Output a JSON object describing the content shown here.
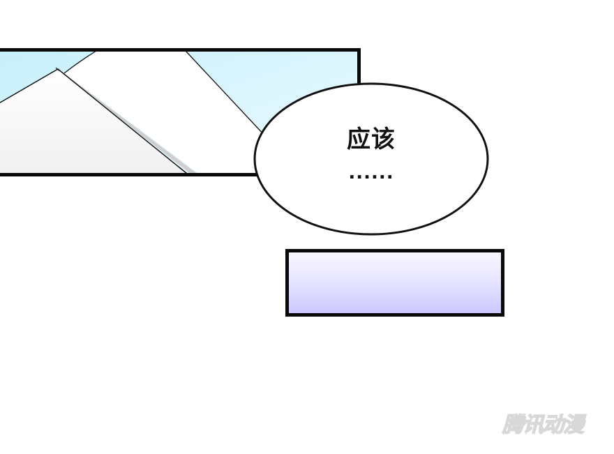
{
  "page": {
    "type": "comic-panel",
    "background": "#ffffff"
  },
  "panels": [
    {
      "id": "top-panel",
      "content": "snowy mountain peaks against light blue sky",
      "sky_color": "#c8f0fa",
      "border_color": "#0a0a0a"
    },
    {
      "id": "small-panel",
      "content": "empty lavender gradient panel",
      "gradient_top": "#f8f6ff",
      "gradient_bottom": "#ccc8ff",
      "border_color": "#0a0a0a"
    }
  ],
  "speech_bubble": {
    "text": "应该",
    "ellipsis": "......"
  },
  "watermark": {
    "text": "腾讯动漫"
  }
}
